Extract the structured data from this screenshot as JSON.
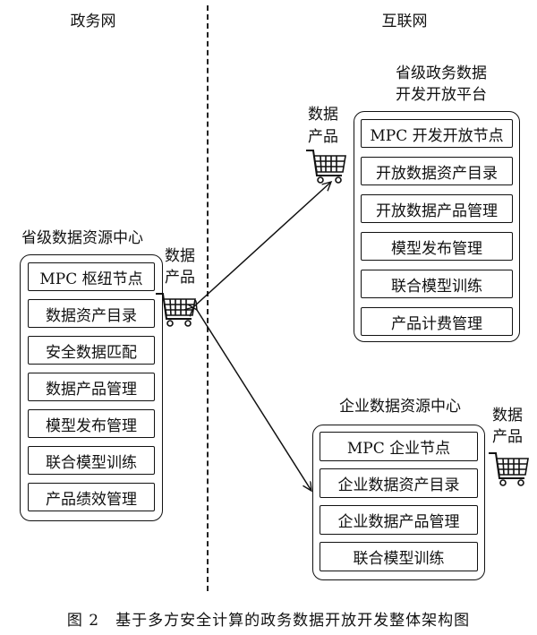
{
  "headers": {
    "left": "政务网",
    "right": "互联网"
  },
  "left_center": {
    "title": "省级数据资源中心",
    "items": [
      "MPC 枢纽节点",
      "数据资产目录",
      "安全数据匹配",
      "数据产品管理",
      "模型发布管理",
      "联合模型训练",
      "产品绩效管理"
    ]
  },
  "open_platform": {
    "title_line1": "省级政务数据",
    "title_line2": "开发开放平台",
    "items": [
      "MPC 开发开放节点",
      "开放数据资产目录",
      "开放数据产品管理",
      "模型发布管理",
      "联合模型训练",
      "产品计费管理"
    ]
  },
  "enterprise_center": {
    "title": "企业数据资源中心",
    "items": [
      "MPC 企业节点",
      "企业数据资产目录",
      "企业数据产品管理",
      "联合模型训练"
    ]
  },
  "cart_label": {
    "line1": "数据",
    "line2": "产品"
  },
  "icons": [
    "shopping-cart-icon"
  ],
  "caption": "图 2　基于多方安全计算的政务数据开放开发整体架构图"
}
